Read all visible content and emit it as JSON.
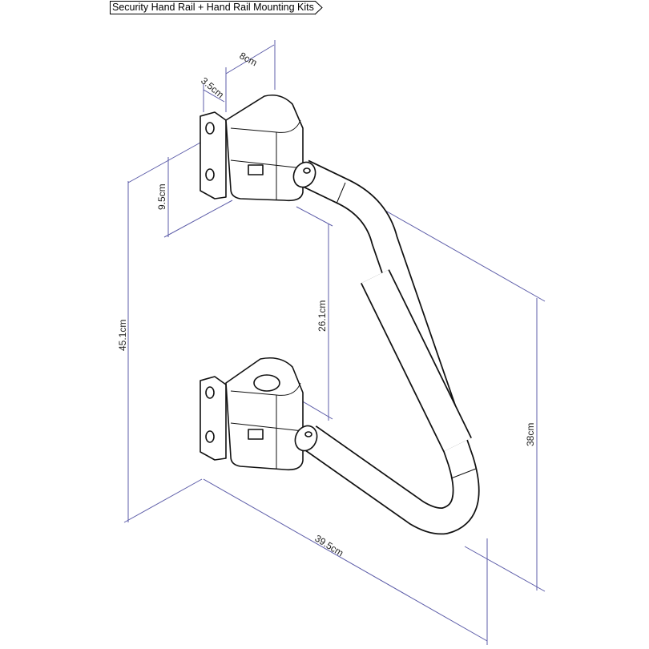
{
  "title": "Security Hand Rail + Hand Rail Mounting Kits",
  "dimensions": {
    "width_top": "8cm",
    "plate_depth": "3.5cm",
    "plate_height": "9.5cm",
    "total_height": "45.1cm",
    "bracket_spacing": "26.1cm",
    "rail_height": "38cm",
    "projection": "39.5cm"
  },
  "colors": {
    "dimension_line": "#5c5ca8",
    "outline": "#111111"
  }
}
